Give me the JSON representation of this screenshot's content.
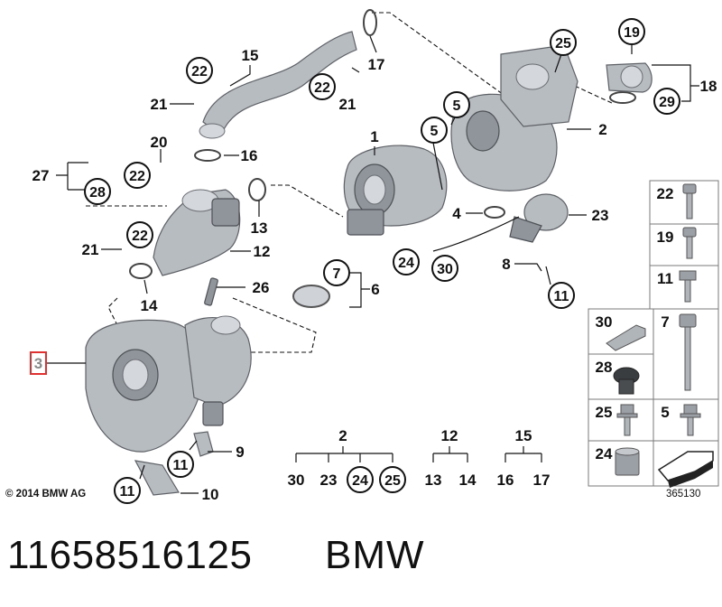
{
  "callouts": {
    "c1": "1",
    "c2": "2",
    "c3": "3",
    "c4": "4",
    "c5": "5",
    "c5b": "5",
    "c6": "6",
    "c7": "7",
    "c8": "8",
    "c9": "9",
    "c10": "10",
    "c11a": "11",
    "c11b": "11",
    "c11c": "11",
    "c12": "12",
    "c13": "13",
    "c14": "14",
    "c15": "15",
    "c16": "16",
    "c17": "17",
    "c18": "18",
    "c19": "19",
    "c20": "20",
    "c21a": "21",
    "c21b": "21",
    "c21c": "21",
    "c22a": "22",
    "c22b": "22",
    "c22c": "22",
    "c22d": "22",
    "c23": "23",
    "c24": "24",
    "c25": "25",
    "c26": "26",
    "c27": "27",
    "c28": "28",
    "c29": "29",
    "c30": "30"
  },
  "groups": {
    "g2": {
      "top": "2",
      "items": [
        "30",
        "23",
        "24",
        "25"
      ]
    },
    "g12": {
      "top": "12",
      "items": [
        "13",
        "14"
      ]
    },
    "g15": {
      "top": "15",
      "items": [
        "16",
        "17"
      ]
    }
  },
  "legend": [
    {
      "num": "22",
      "icon": "bolt-hex-socket-icon"
    },
    {
      "num": "19",
      "icon": "bolt-hex-socket-icon"
    },
    {
      "num": "11",
      "icon": "hex-bolt-icon"
    },
    {
      "num": "30",
      "icon": "bracket-icon"
    },
    {
      "num": "7",
      "icon": "long-bolt-icon"
    },
    {
      "num": "28",
      "icon": "rubber-grommet-icon"
    },
    {
      "num": "25",
      "icon": "flange-bolt-icon"
    },
    {
      "num": "5",
      "icon": "flange-bolt-icon"
    },
    {
      "num": "24",
      "icon": "hex-nut-icon"
    }
  ],
  "highlight_color": "#e03030",
  "footer": {
    "copyright": "© 2014 BMW AG",
    "image_number": "365130",
    "part_number": "11658516125",
    "brand": "BMW"
  }
}
